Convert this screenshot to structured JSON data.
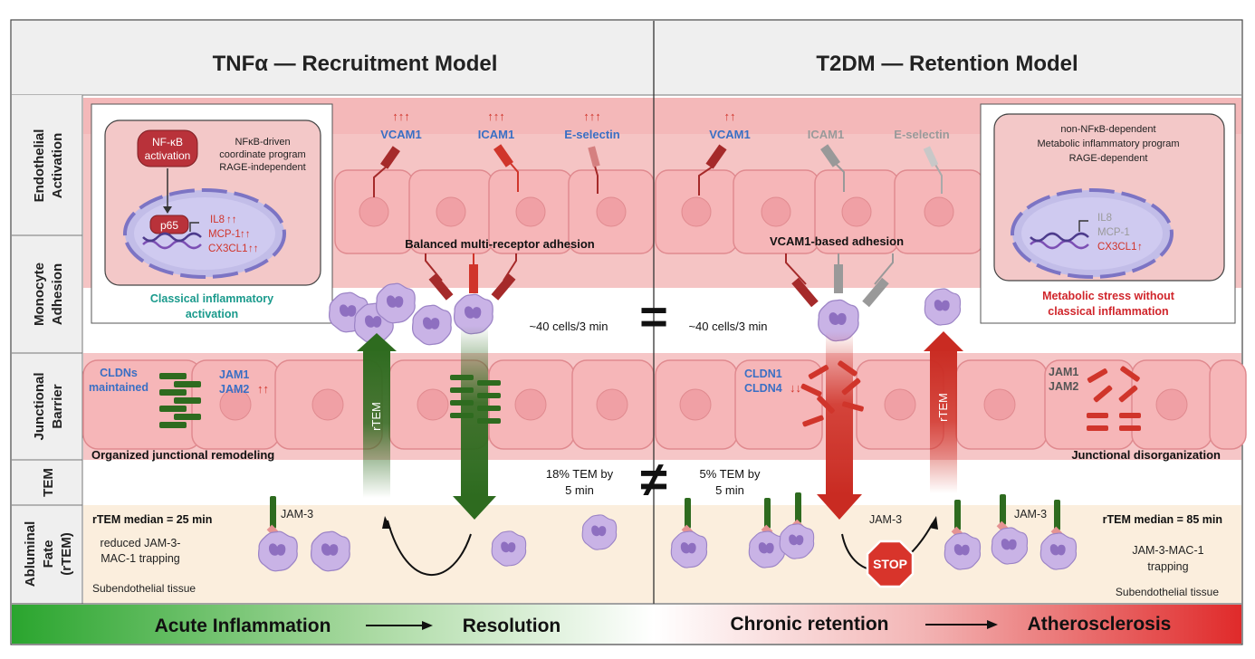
{
  "headers": {
    "left": "TNFα — Recruitment Model",
    "right": "T2DM — Retention Model"
  },
  "rows": {
    "r1_line1": "Endothelial",
    "r1_line2": "Activation",
    "r2_line1": "Monocyte",
    "r2_line2": "Adhesion",
    "r3_line1": "Junctional",
    "r3_line2": "Barrier",
    "r4_line1": "TEM",
    "r5_line1": "Abluminal",
    "r5_line2": "Fate",
    "r5_line3": "(rTEM)"
  },
  "left": {
    "inset": {
      "nfkb_line1": "NF-κB",
      "nfkb_line2": "activation",
      "desc_line1": "NFκB-driven",
      "desc_line2": "coordinate program",
      "desc_line3": "RAGE-independent",
      "p65": "p65",
      "gene1": "IL8",
      "gene2": "MCP-1",
      "gene3": "CX3CL1",
      "caption_line1": "Classical inflammatory",
      "caption_line2": "activation"
    },
    "receptors": {
      "vcam1": "VCAM1",
      "vcam1_arrows": "↑↑↑",
      "icam1": "ICAM1",
      "icam1_arrows": "↑↑↑",
      "eselectin": "E-selectin",
      "eselectin_arrows": "↑↑↑"
    },
    "adhesion_label": "Balanced multi-receptor adhesion",
    "adhesion_rate": "~40 cells/3 min",
    "cldns_line1": "CLDNs",
    "cldns_line2": "maintained",
    "jam1": "JAM1",
    "jam2": "JAM2",
    "jam_arrows": "↑↑",
    "junction_caption": "Organized junctional remodeling",
    "rtem": "rTEM",
    "tem_line1": "18% TEM by",
    "tem_line2": "5 min",
    "rtem_median": "rTEM median = 25 min",
    "jam3": "JAM-3",
    "trap_line1": "reduced JAM-3-",
    "trap_line2": "MAC-1 trapping",
    "tissue": "Subendothelial tissue"
  },
  "right": {
    "inset": {
      "desc_line1": "non-NFκB-dependent",
      "desc_line2": "Metabolic inflammatory program",
      "desc_line3": "RAGE-dependent",
      "gene1": "IL8",
      "gene2": "MCP-1",
      "gene3": "CX3CL1",
      "caption_line1": "Metabolic stress without",
      "caption_line2": "classical inflammation"
    },
    "receptors": {
      "vcam1": "VCAM1",
      "vcam1_arrows": "↑↑",
      "icam1": "ICAM1",
      "eselectin": "E-selectin"
    },
    "adhesion_label": "VCAM1-based adhesion",
    "adhesion_rate": "~40 cells/3 min",
    "cldn1": "CLDN1",
    "cldn4": "CLDN4",
    "cldn_arrows": "↓↓",
    "jam1": "JAM1",
    "jam2": "JAM2",
    "junction_caption": "Junctional disorganization",
    "rtem": "rTEM",
    "tem_line1": "5% TEM by",
    "tem_line2": "5 min",
    "rtem_median": "rTEM median = 85 min",
    "jam3_a": "JAM-3",
    "jam3_b": "JAM-3",
    "stop": "STOP",
    "trap_line1": "JAM-3-MAC-1",
    "trap_line2": "trapping",
    "tissue": "Subendothelial tissue"
  },
  "symbols": {
    "equal": "=",
    "notequal": "≠"
  },
  "footer": {
    "left_start": "Acute Inflammation",
    "left_end": "Resolution",
    "right_start": "Chronic retention",
    "right_end": "Atherosclerosis"
  },
  "colors": {
    "header_bg": "#efefef",
    "endothelium": "#f5c4c4",
    "cell": "#f6b6b8",
    "cell_border": "#e08a8f",
    "tissue": "#fbeedd",
    "green": "#2e6b1f",
    "red": "#d0352b",
    "blue_label": "#3a6fc4",
    "teal_caption": "#1a9a8c",
    "red_caption": "#d0252b",
    "monocyte": "#c9b3e6"
  }
}
